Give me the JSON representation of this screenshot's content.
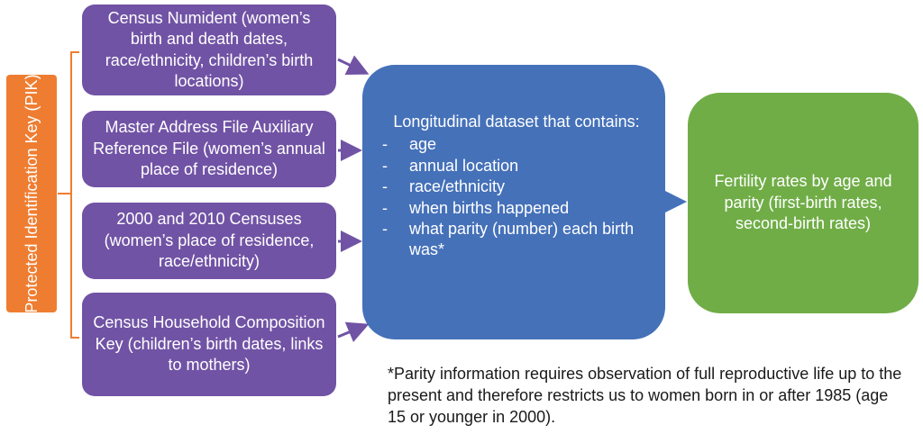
{
  "pik": {
    "label": "Protected Identification Key (PIK)"
  },
  "sources": [
    {
      "label": "Census Numident (women’s birth and death dates, race/ethnicity, children’s birth locations)"
    },
    {
      "label": "Master Address File Auxiliary Reference File (women’s annual place of residence)"
    },
    {
      "label": "2000 and 2010 Censuses (women’s place of residence, race/ethnicity)"
    },
    {
      "label": "Census Household Composition Key (children’s birth dates, links to mothers)"
    }
  ],
  "dataset": {
    "title": "Longitudinal dataset that contains:",
    "bullet": "-",
    "items": [
      "age",
      "annual location",
      "race/ethnicity",
      "when births happened",
      "what parity (number) each birth was*"
    ]
  },
  "result": {
    "label": "Fertility rates by age and parity (first-birth rates, second-birth rates)"
  },
  "footnote": "*Parity information requires observation of full reproductive life up to the present and therefore restricts us to women born in or after 1985 (age 15 or younger in 2000).",
  "colors": {
    "pik": "#ef7d31",
    "source": "#7153a5",
    "dataset": "#4571b9",
    "result": "#70ad47",
    "connector": "#ef7d31",
    "arrow": "#7153a5"
  }
}
